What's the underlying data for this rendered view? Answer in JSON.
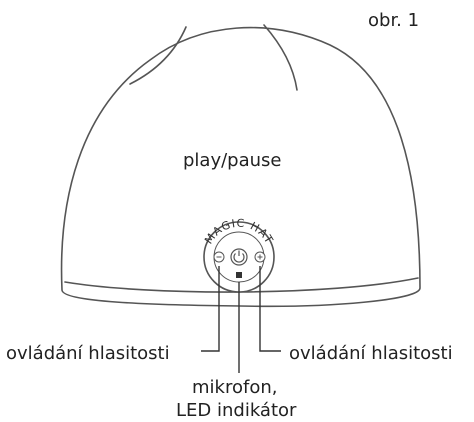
{
  "figure_label": "obr. 1",
  "brand_text": "MAGIC HAT",
  "labels": {
    "play_pause": "play/pause",
    "volume_left": "ovládání hlasitosti",
    "volume_right": "ovládání hlasitosti",
    "microphone": "mikrofon,",
    "led": "LED indikátor"
  },
  "colors": {
    "line": "#555555",
    "text": "#222222",
    "background": "#ffffff"
  }
}
